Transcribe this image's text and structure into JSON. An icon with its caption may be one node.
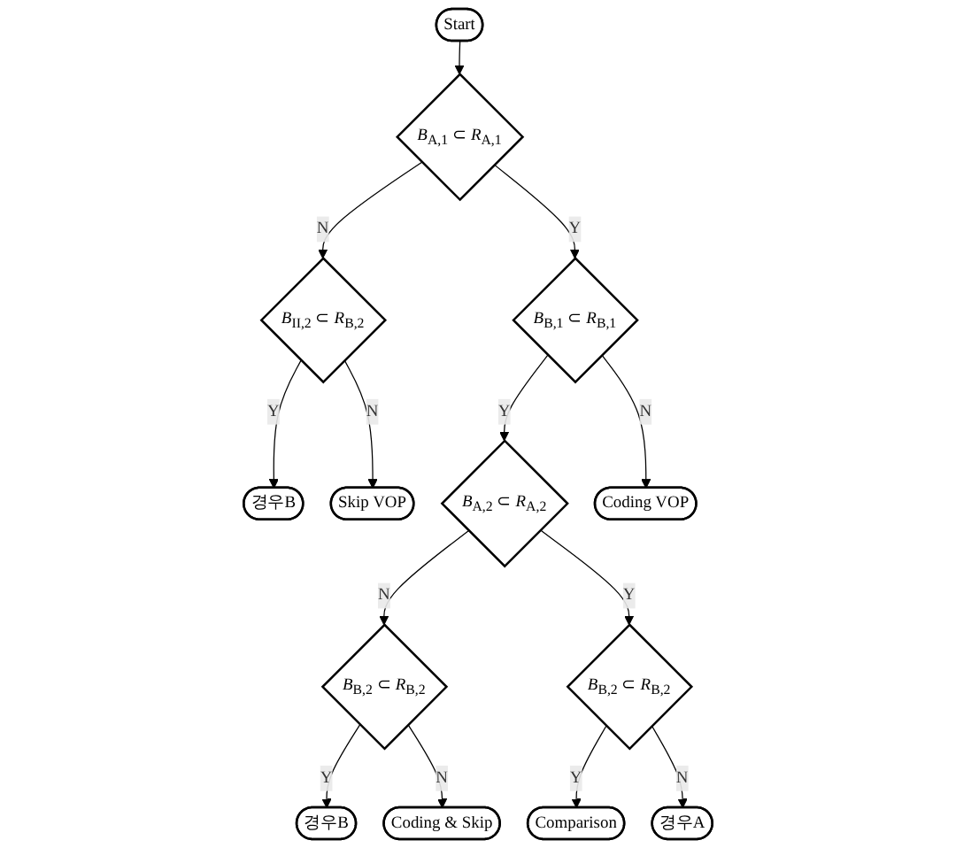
{
  "diagram": {
    "nodes": [
      {
        "text": [
          "Start"
        ]
      },
      {
        "text": [
          "*B*$_{A,1}$ ⊂ *R*$_{A,1}$"
        ]
      },
      {
        "text": [
          "*B*$_{II,2}$ ⊂ *R*$_{B,2}$"
        ]
      },
      {
        "text": [
          "경우B"
        ]
      },
      {
        "text": [
          "Skip VOP"
        ]
      },
      {
        "text": [
          "*B*$_{B,1}$ ⊂ *R*$_{B,1}$"
        ]
      },
      {
        "text": [
          "*B*$_{A,2}$ ⊂ *R*$_{A,2}$"
        ]
      },
      {
        "text": [
          "*B*$_{B,2}$ ⊂ *R*$_{B,2}$"
        ]
      },
      {
        "text": [
          "경우B"
        ]
      },
      {
        "text": [
          "Coding & Skip"
        ]
      },
      {
        "text": [
          "*B*$_{B,2}$ ⊂ *R*$_{B,2}$"
        ]
      },
      {
        "text": [
          "Coding VOP"
        ]
      },
      {
        "text": [
          "Comparison"
        ]
      },
      {
        "text": [
          "경우A"
        ]
      }
    ],
    "edges": [
      {
        "from": 0,
        "to": 1,
        "arrow": "to"
      },
      {
        "from": 1,
        "to": 2,
        "arrow": "to",
        "label": "N"
      },
      {
        "from": 1,
        "to": 5,
        "arrow": "to",
        "label": "Y"
      },
      {
        "from": 2,
        "to": 3,
        "arrow": "to",
        "label": "Y"
      },
      {
        "from": 2,
        "to": 4,
        "arrow": "to",
        "label": "N"
      },
      {
        "from": 5,
        "to": 11,
        "arrow": "to",
        "label": "N"
      },
      {
        "from": 5,
        "to": 6,
        "arrow": "to",
        "label": "Y"
      },
      {
        "from": 6,
        "to": 7,
        "arrow": "to",
        "label": "N"
      },
      {
        "from": 6,
        "to": 10,
        "arrow": "to",
        "label": "Y"
      },
      {
        "from": 7,
        "to": 8,
        "arrow": "to",
        "label": "Y"
      },
      {
        "from": 7,
        "to": 9,
        "arrow": "to",
        "label": "N"
      },
      {
        "from": 10,
        "to": 12,
        "arrow": "to",
        "label": "Y"
      },
      {
        "from": 10,
        "to": 13,
        "arrow": "to",
        "label": "N"
      }
    ]
  }
}
